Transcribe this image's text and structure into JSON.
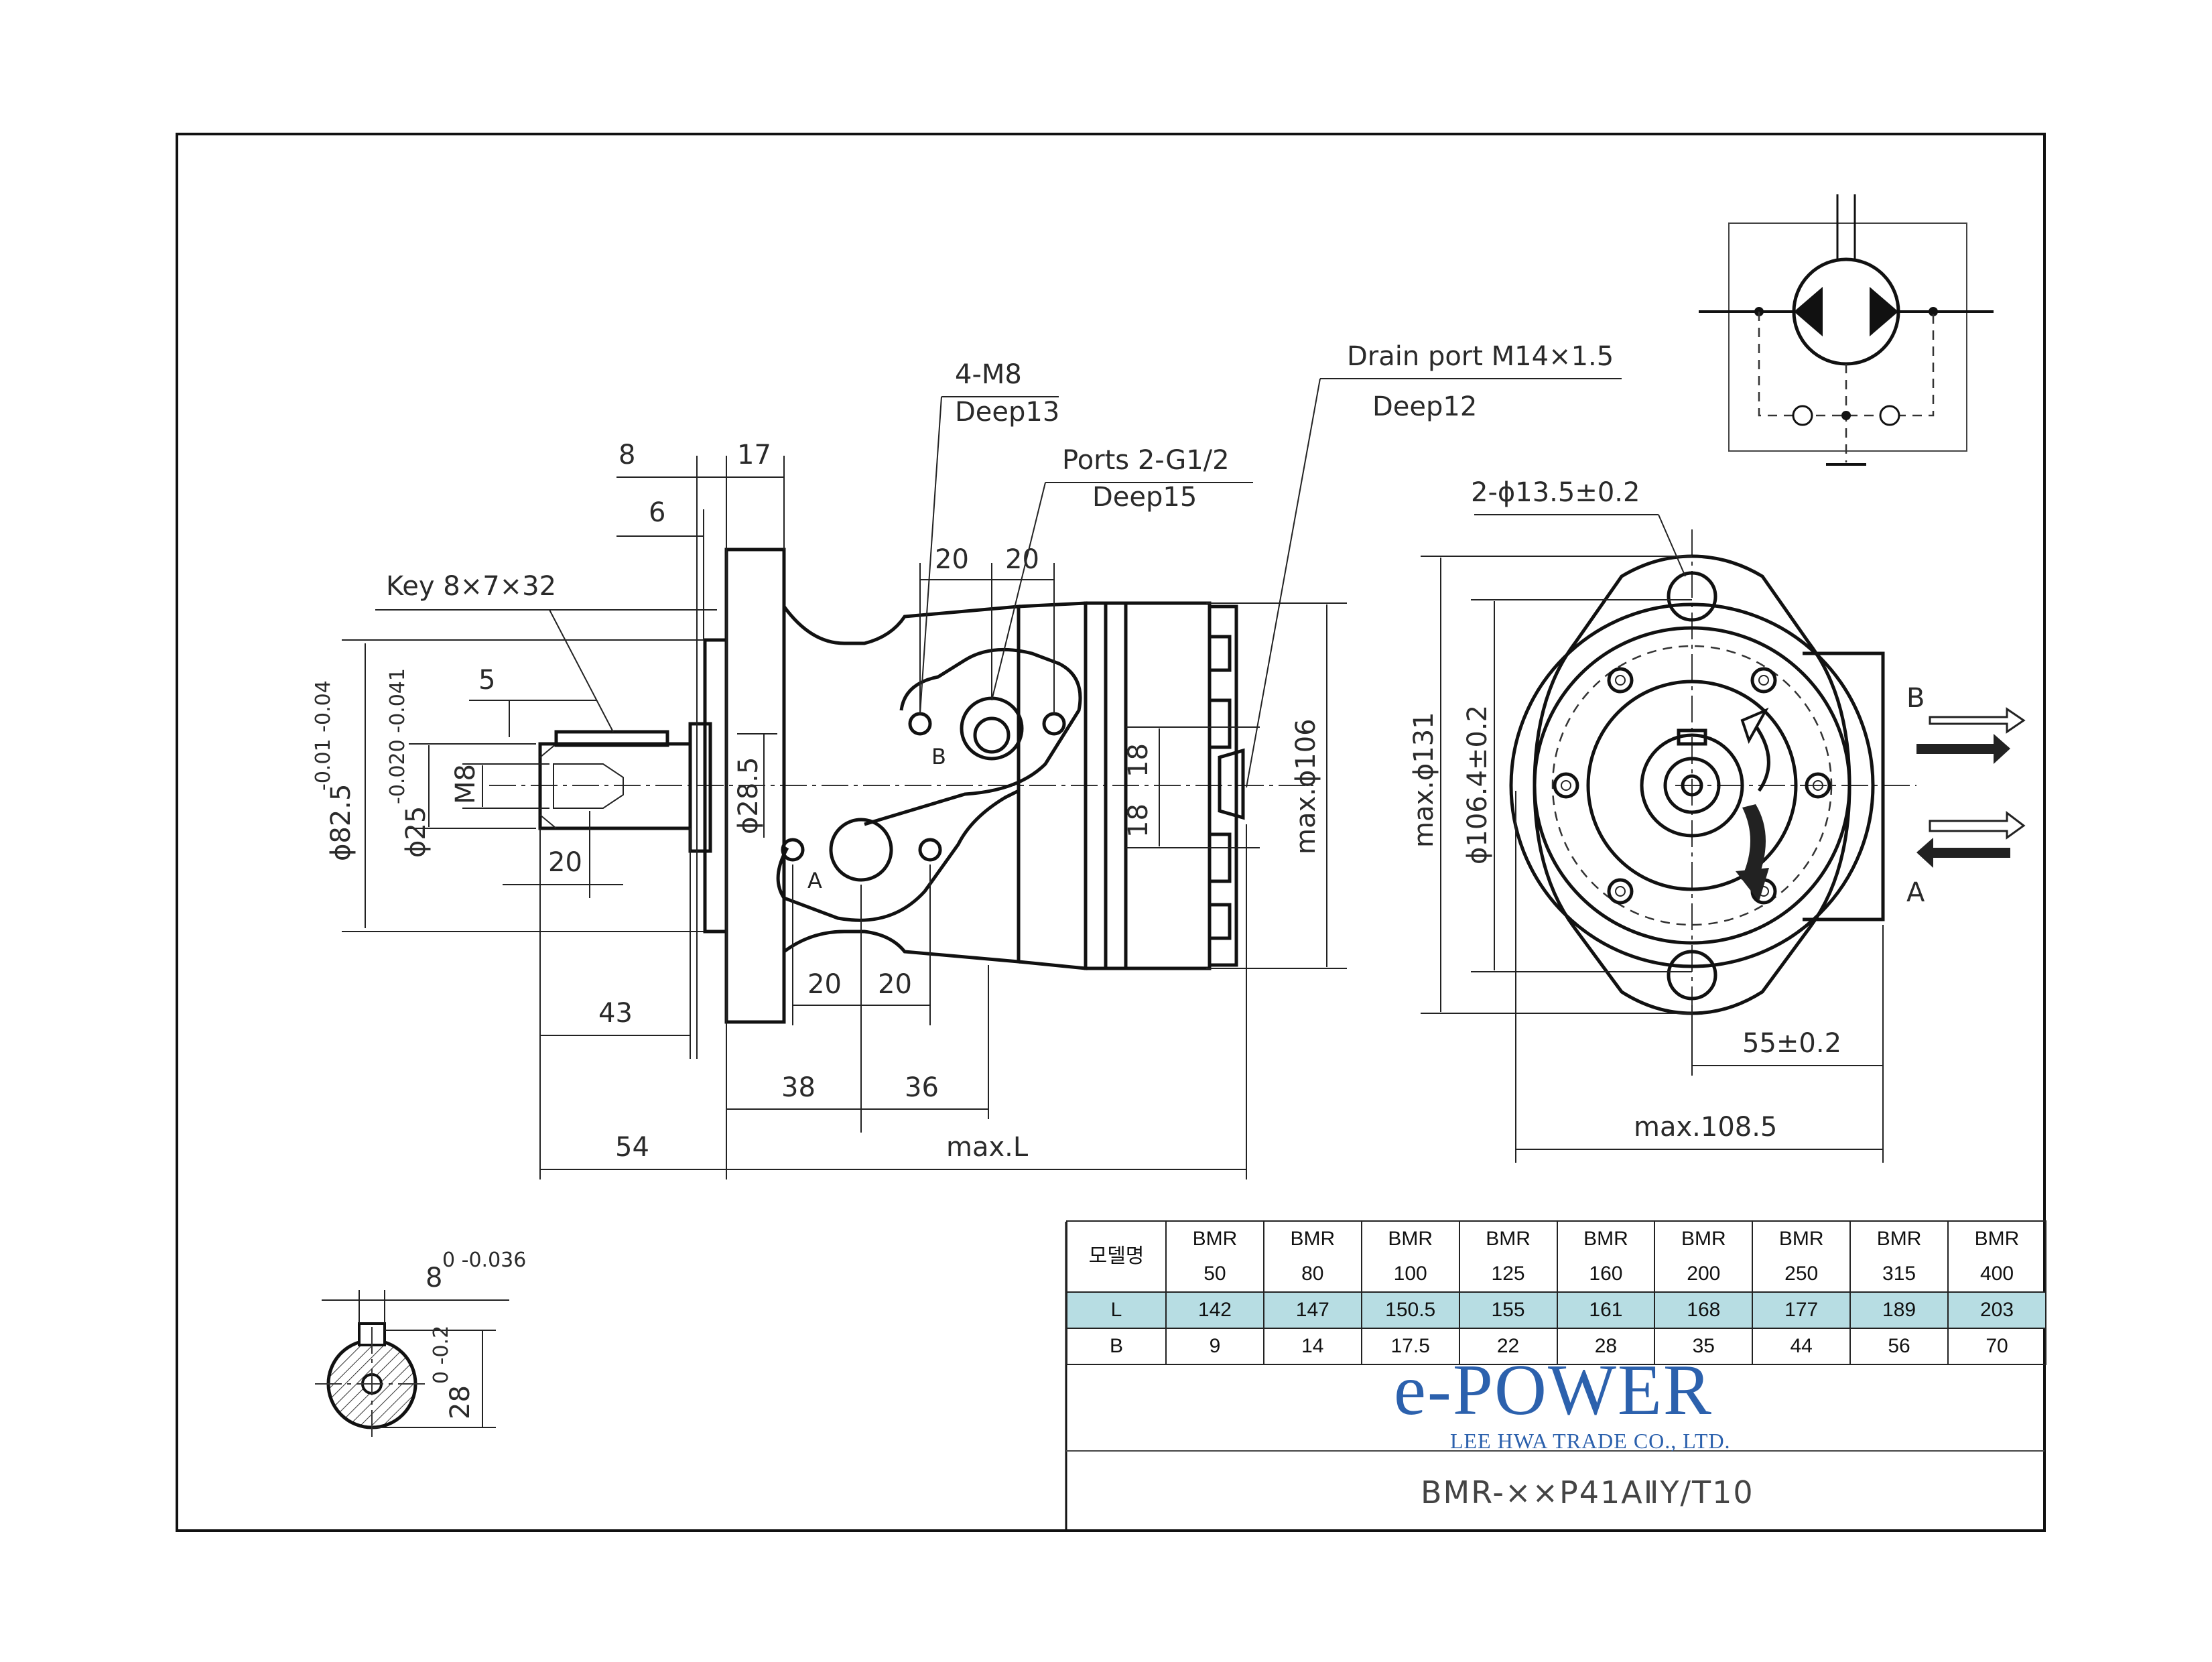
{
  "annotations": {
    "key": "Key 8×7×32",
    "dim_8": "8",
    "dim_17": "17",
    "dim_6": "6",
    "dim_5": "5",
    "dim_m8": "M8",
    "dim_phi25": "ϕ25",
    "dim_phi25_tol": "-0.020 -0.041",
    "dim_phi82": "ϕ82.5",
    "dim_phi82_tol": "-0.01 -0.04",
    "dim_20_shaft": "20",
    "dim_43": "43",
    "dim_54": "54",
    "dim_phi28": "ϕ28.5",
    "dim_20a": "20",
    "dim_20b": "20",
    "dim_20c": "20",
    "dim_20d": "20",
    "dim_38": "38",
    "dim_36": "36",
    "dim_maxL": "max.L",
    "dim_18a": "18",
    "dim_18b": "18",
    "dim_max106": "max.ϕ106",
    "m8_line1": "4-M8",
    "m8_line2": "Deep13",
    "ports_line1": "Ports 2-G1/2",
    "ports_line2": "Deep15",
    "drain_line1": "Drain port M14×1.5",
    "drain_line2": "Deep12",
    "port_a": "A",
    "port_b": "B",
    "holes": "2-ϕ13.5±0.2",
    "dim_max131": "max.ϕ131",
    "dim_phi106": "ϕ106.4±0.2",
    "dim_55": "55±0.2",
    "dim_max108": "max.108.5",
    "arrow_b": "B",
    "arrow_a": "A",
    "key_width": "8",
    "key_width_tol": "0 -0.036",
    "key_height": "28",
    "key_height_tol": "0 -0.2"
  },
  "table": {
    "header_label": "모델명",
    "models": [
      {
        "line1": "BMR",
        "line2": "50",
        "L": "142",
        "B": "9"
      },
      {
        "line1": "BMR",
        "line2": "80",
        "L": "147",
        "B": "14"
      },
      {
        "line1": "BMR",
        "line2": "100",
        "L": "150.5",
        "B": "17.5"
      },
      {
        "line1": "BMR",
        "line2": "125",
        "L": "155",
        "B": "22"
      },
      {
        "line1": "BMR",
        "line2": "160",
        "L": "161",
        "B": "28"
      },
      {
        "line1": "BMR",
        "line2": "200",
        "L": "168",
        "B": "35"
      },
      {
        "line1": "BMR",
        "line2": "250",
        "L": "177",
        "B": "44"
      },
      {
        "line1": "BMR",
        "line2": "315",
        "L": "189",
        "B": "56"
      },
      {
        "line1": "BMR",
        "line2": "400",
        "L": "203",
        "B": "70"
      }
    ],
    "row_l_label": "L",
    "row_b_label": "B"
  },
  "logo": {
    "main": "e-POWER",
    "sub": "LEE HWA TRADE CO., LTD.",
    "color": "#2c61ad"
  },
  "model_code": "BMR-××P41AⅡY/T10",
  "colors": {
    "highlight_row": "#b7dde3"
  }
}
